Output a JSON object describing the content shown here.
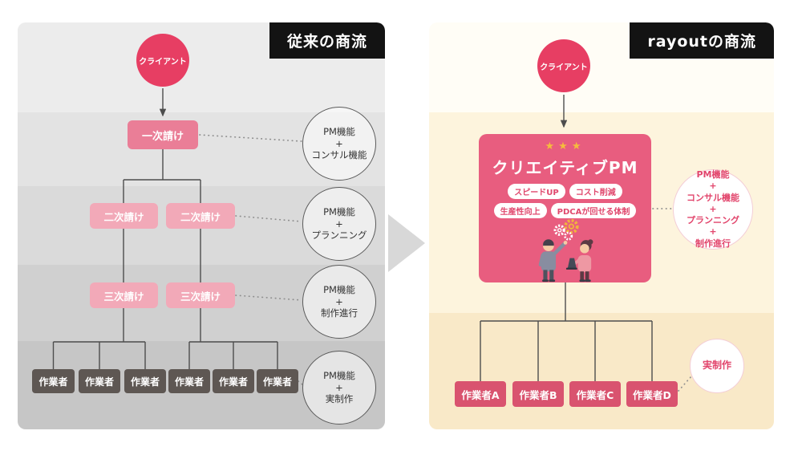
{
  "left_panel": {
    "title": "従来の商流",
    "client_label": "クライアント",
    "tier1_label": "一次請け",
    "tier2_labels": [
      "二次請け",
      "二次請け"
    ],
    "tier3_labels": [
      "三次請け",
      "三次請け"
    ],
    "worker_labels": [
      "作業者",
      "作業者",
      "作業者",
      "作業者",
      "作業者",
      "作業者"
    ],
    "side_circles": [
      "PM機能\n+\nコンサル機能",
      "PM機能\n+\nプランニング",
      "PM機能\n+\n制作進行",
      "PM機能\n+\n実制作"
    ]
  },
  "right_panel": {
    "title": "rayoutの商流",
    "client_label": "クライアント",
    "pm_card": {
      "stars": "★★★",
      "title": "クリエイティブPM",
      "badges": [
        "スピードUP",
        "コスト削減",
        "生産性向上",
        "PDCAが回せる体制"
      ]
    },
    "pm_circle": "PM機能\n+\nコンサル機能\n+\nプランニング\n+\n制作進行",
    "worker_labels": [
      "作業者A",
      "作業者B",
      "作業者C",
      "作業者D"
    ],
    "production_circle": "実制作"
  },
  "colors": {
    "accent_crimson": "#e73e63",
    "card_pink": "#e85d7f",
    "tier1_pink": "#ea7e97",
    "tier_light_pink": "#f2a9b8",
    "worker_gray_left": "#5e5753",
    "worker_pink_right": "#d9536f",
    "badge_text_pink": "#e0486d",
    "tag_black": "#131313",
    "star_gold": "#f5bc3d"
  }
}
